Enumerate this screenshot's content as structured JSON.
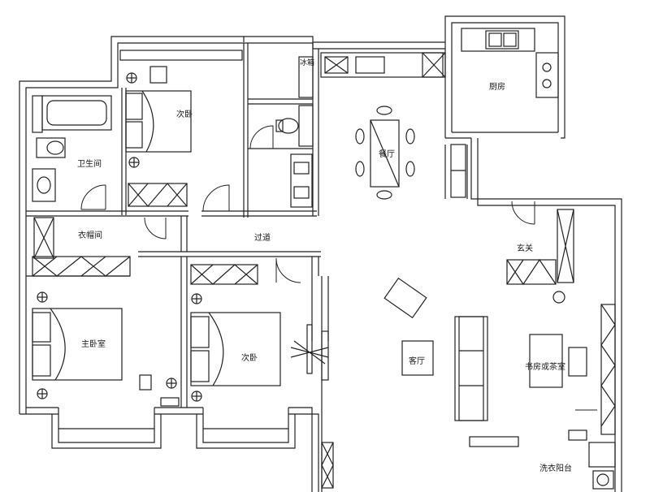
{
  "plan": {
    "rooms": {
      "second_bedroom": "次卧",
      "bathroom": "卫生间",
      "kitchen": "厨房",
      "dining": "餐厅",
      "cloakroom": "衣帽间",
      "corridor": "过道",
      "master_bedroom": "主卧室",
      "third_bedroom": "次卧",
      "foyer": "玄关",
      "living": "客厅",
      "study": "书房或茶室",
      "laundry_balcony": "洗衣阳台",
      "fridge": "冰箱"
    }
  }
}
